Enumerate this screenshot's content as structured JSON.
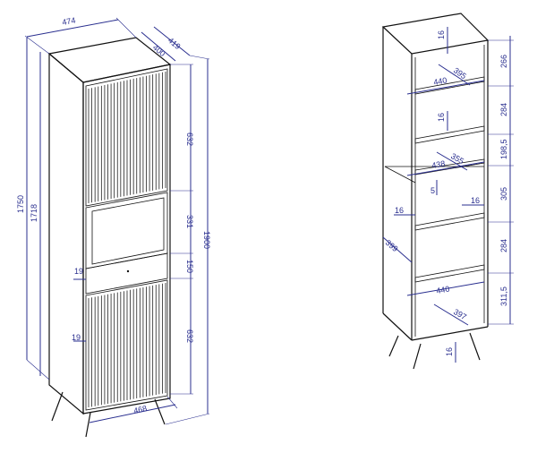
{
  "left_view": {
    "dimensions": {
      "top_width": "474",
      "top_depth_inner": "400",
      "top_depth_outer": "419",
      "height_body": "1750",
      "height_inner": "1718",
      "upper_door": "632",
      "glass_section": "331",
      "drawer": "150",
      "lower_door": "632",
      "total_height": "1900",
      "side_left_top": "19",
      "side_left_bottom": "19",
      "bottom_width": "468"
    }
  },
  "right_view": {
    "dimensions": {
      "top_panel": "16",
      "shelf1_depth": "395",
      "shelf1_width": "440",
      "gap1": "266",
      "panel2": "16",
      "gap2": "284",
      "glass_depth": "355",
      "glass_width": "438",
      "gap3": "198,5",
      "glass_thickness": "5",
      "side_left": "16",
      "side_right": "16",
      "gap4": "305",
      "total_depth": "399",
      "gap5": "284",
      "bottom_width": "440",
      "gap6": "311,5",
      "bottom_depth": "397",
      "leg_panel": "16"
    }
  }
}
